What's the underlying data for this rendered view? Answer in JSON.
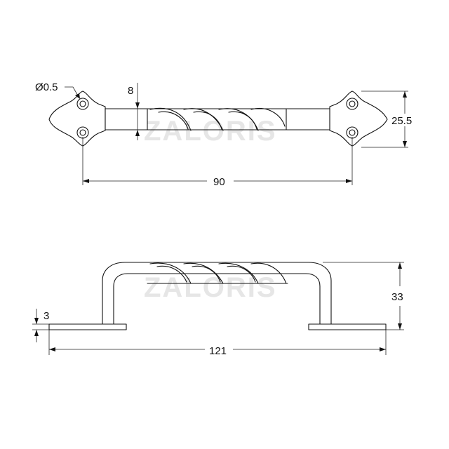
{
  "drawing": {
    "watermark": "ZALORIS",
    "top_view": {
      "hole_diameter": "Ø0.5",
      "bar_thickness": "8",
      "height": "25.5",
      "hole_spacing": "90"
    },
    "side_view": {
      "base_thickness": "3",
      "projection": "33",
      "overall_length": "121"
    }
  }
}
